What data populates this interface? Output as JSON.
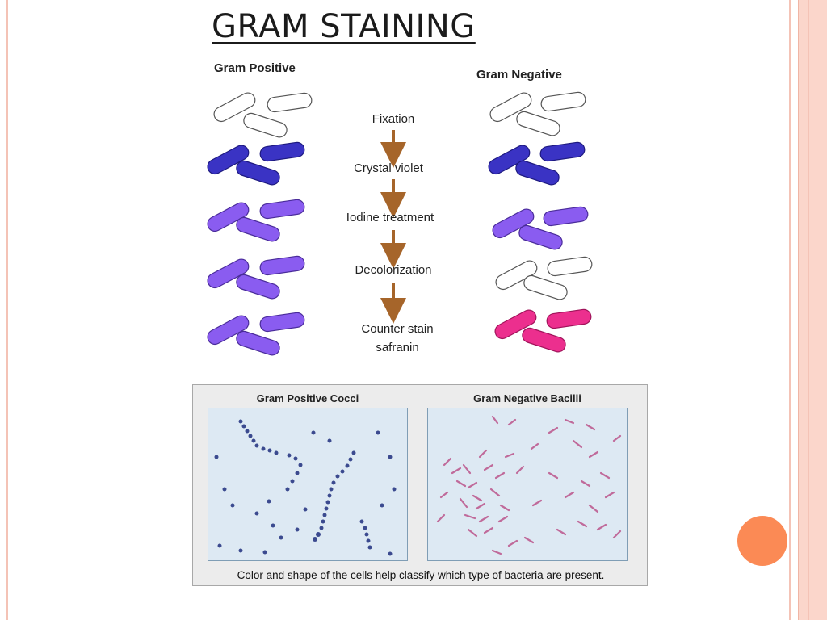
{
  "slide": {
    "title": "GRAM STAINING"
  },
  "diagram": {
    "left_heading": "Gram Positive",
    "right_heading": "Gram Negative",
    "steps": [
      "Fixation",
      "Crystal violet",
      "Iodine treatment",
      "Decolorization",
      "Counter stain",
      "safranin"
    ]
  },
  "micrograph": {
    "left_heading": "Gram Positive Cocci",
    "right_heading": "Gram Negative Bacilli",
    "caption": "Color and shape of the cells help classify which type of bacteria are present."
  },
  "colors": {
    "unstained": "#ffffff",
    "crystal_violet": "#3a33c4",
    "iodine_purple": "#8a5cf0",
    "safranin_pink": "#ec2f8e",
    "arrow": "#a6652a",
    "accent_orange": "#fb8a55"
  }
}
